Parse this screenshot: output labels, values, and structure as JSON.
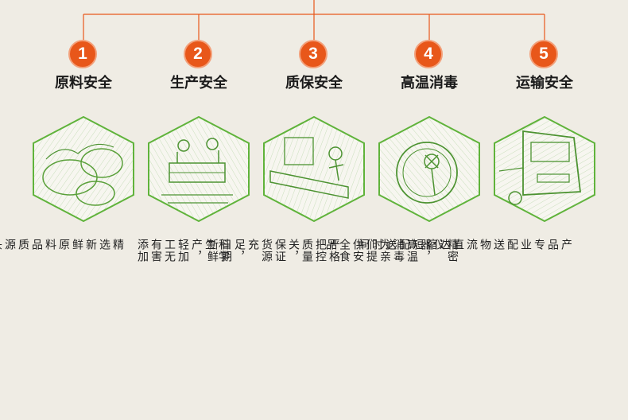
{
  "steps": [
    {
      "number": "1",
      "title": "原料安全",
      "lines": [
        "精选新鲜原料",
        "品质源头把控"
      ]
    },
    {
      "number": "2",
      "title": "生产安全",
      "lines": [
        "科学生产，轻加",
        "工无有害添加"
      ]
    },
    {
      "number": "3",
      "title": "质保安全",
      "lines": [
        "严格把控质量关，保证货源",
        "充足，日期新鲜"
      ]
    },
    {
      "number": "4",
      "title": "高温消毒",
      "lines": [
        "精密仪器，高温消毒",
        "为亲们提供安全食品"
      ]
    },
    {
      "number": "5",
      "title": "运输安全",
      "lines": [
        "产品专业配送物流",
        "直达缩短配送时间"
      ]
    }
  ],
  "colors": {
    "badge": "#e8571a",
    "hex_border": "#5fb33a",
    "connector": "#e8571a",
    "background": "#efece4"
  }
}
